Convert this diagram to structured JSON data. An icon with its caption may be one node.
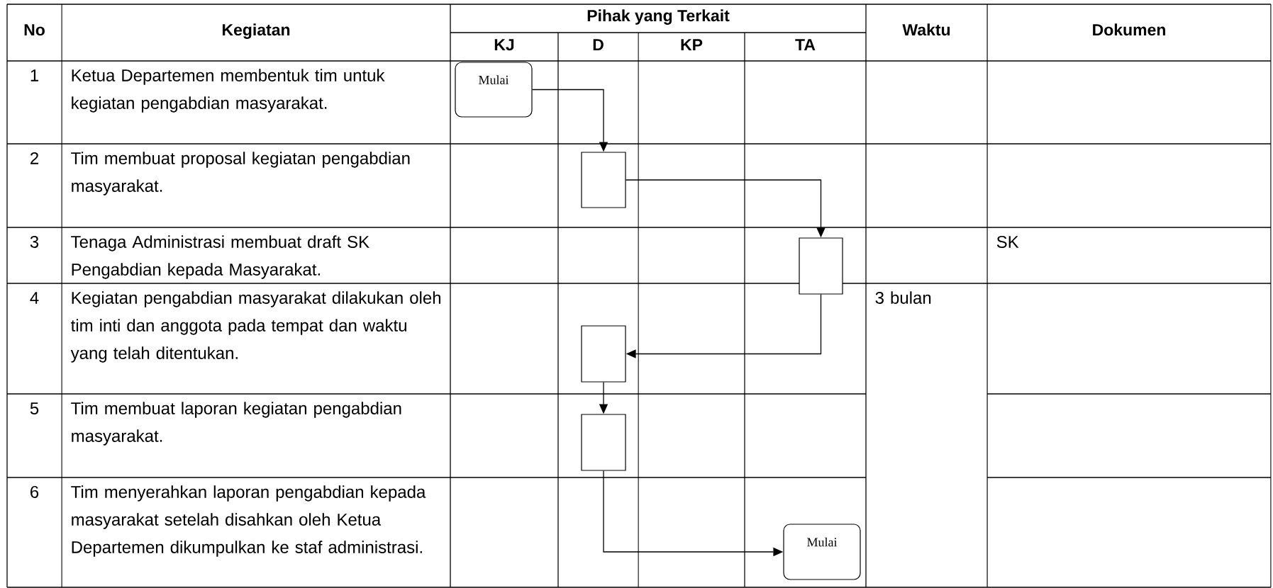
{
  "diagram": {
    "nodes": [
      {
        "text": [
          "Mulai"
        ]
      },
      {
        "text": [],
        "shape": "box"
      },
      {
        "text": [],
        "shape": "box"
      },
      {
        "text": [],
        "shape": "box"
      },
      {
        "text": [],
        "shape": "box"
      },
      {
        "text": [
          "Mulai"
        ]
      }
    ],
    "edges": [
      {
        "from": 0,
        "to": 1,
        "arrow": "to"
      },
      {
        "from": 1,
        "to": 2,
        "arrow": "to"
      },
      {
        "from": 2,
        "to": 3,
        "arrow": "to"
      },
      {
        "from": 3,
        "to": 4,
        "arrow": "to"
      },
      {
        "from": 4,
        "to": 5,
        "arrow": "to"
      }
    ],
    "labels": [
      "No",
      "Kegiatan",
      "Pihak yang Terkait",
      "Waktu",
      "Dokumen",
      "KJ",
      "D",
      "KP",
      "TA",
      "1",
      "Ketua Departemen membentuk tim untuk kegiatan pengabdian masyarakat.",
      "2",
      "Tim membuat proposal kegiatan pengabdian masyarakat.",
      "3",
      "Tenaga Administrasi membuat draft SK Pengabdian kepada Masyarakat.",
      "SK",
      "4",
      "Kegiatan pengabdian masyarakat dilakukan oleh tim inti dan anggota pada tempat dan waktu yang telah ditentukan.",
      "3 bulan",
      "5",
      "Tim membuat laporan kegiatan pengabdian masyarakat.",
      "6",
      "Tim menyerahkan laporan pengabdian kepada masyarakat setelah disahkan oleh Ketua Departemen dikumpulkan ke staf administrasi."
    ]
  }
}
